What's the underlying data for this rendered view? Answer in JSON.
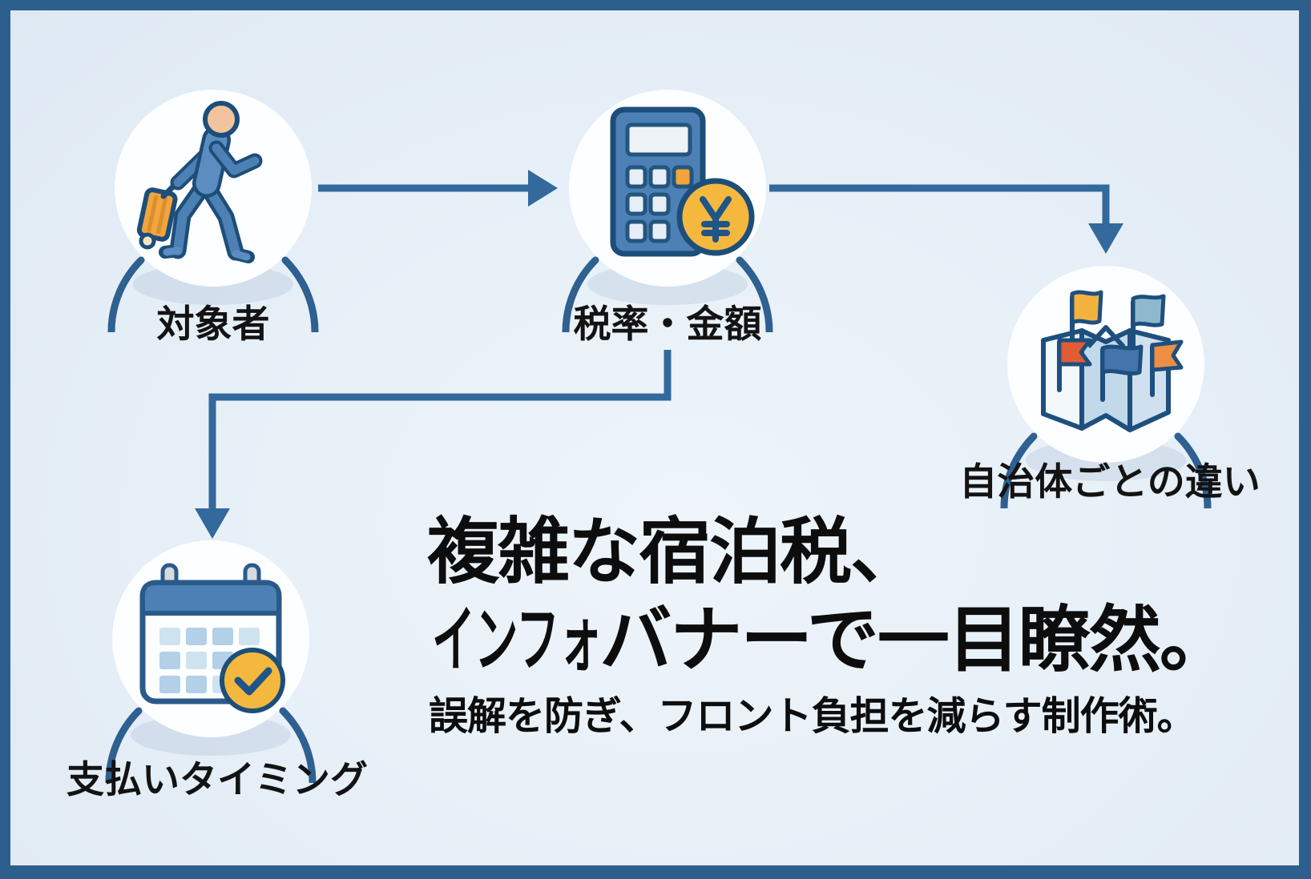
{
  "headline": {
    "line1": "複雑な宿泊税、",
    "line2_prefix": "インフォ",
    "line2_rest": "バナーで一目瞭然。",
    "subtitle": "誤解を防ぎ、フロント負担を減らす制作術。"
  },
  "nodes": {
    "traveler": {
      "label": "対象者",
      "icon": "traveler-suitcase-icon"
    },
    "tax": {
      "label": "税率・金額",
      "icon": "calculator-yen-icon"
    },
    "municipality": {
      "label": "自治体ごとの違い",
      "icon": "map-flags-icon"
    },
    "payment": {
      "label": "支払いタイミング",
      "icon": "calendar-check-icon"
    }
  },
  "flow": {
    "arrows": [
      {
        "from": "対象者",
        "to": "税率・金額"
      },
      {
        "from": "税率・金額",
        "to": "自治体ごとの違い"
      },
      {
        "from": "税率・金額",
        "to": "支払いタイミング"
      }
    ]
  },
  "colors": {
    "frame": "#2d5f8e",
    "background": "#e6eff7",
    "circle_stroke": "#2e6191",
    "arrow": "#33699c",
    "icon_outline": "#1d4e7a",
    "icon_blue": "#4d80b4",
    "orange_coin": "#f5b83e",
    "orange_suitcase": "#f2a43e",
    "skin": "#f2c49e",
    "cell_blue": "#b3d0e8",
    "flag_yellow": "#f3b23e",
    "flag_lightblue": "#8fb8cf",
    "flag_red": "#e05c36",
    "flag_blue": "#4374ab",
    "flag_orange": "#ec8f44",
    "text": "#0d0d0d"
  }
}
